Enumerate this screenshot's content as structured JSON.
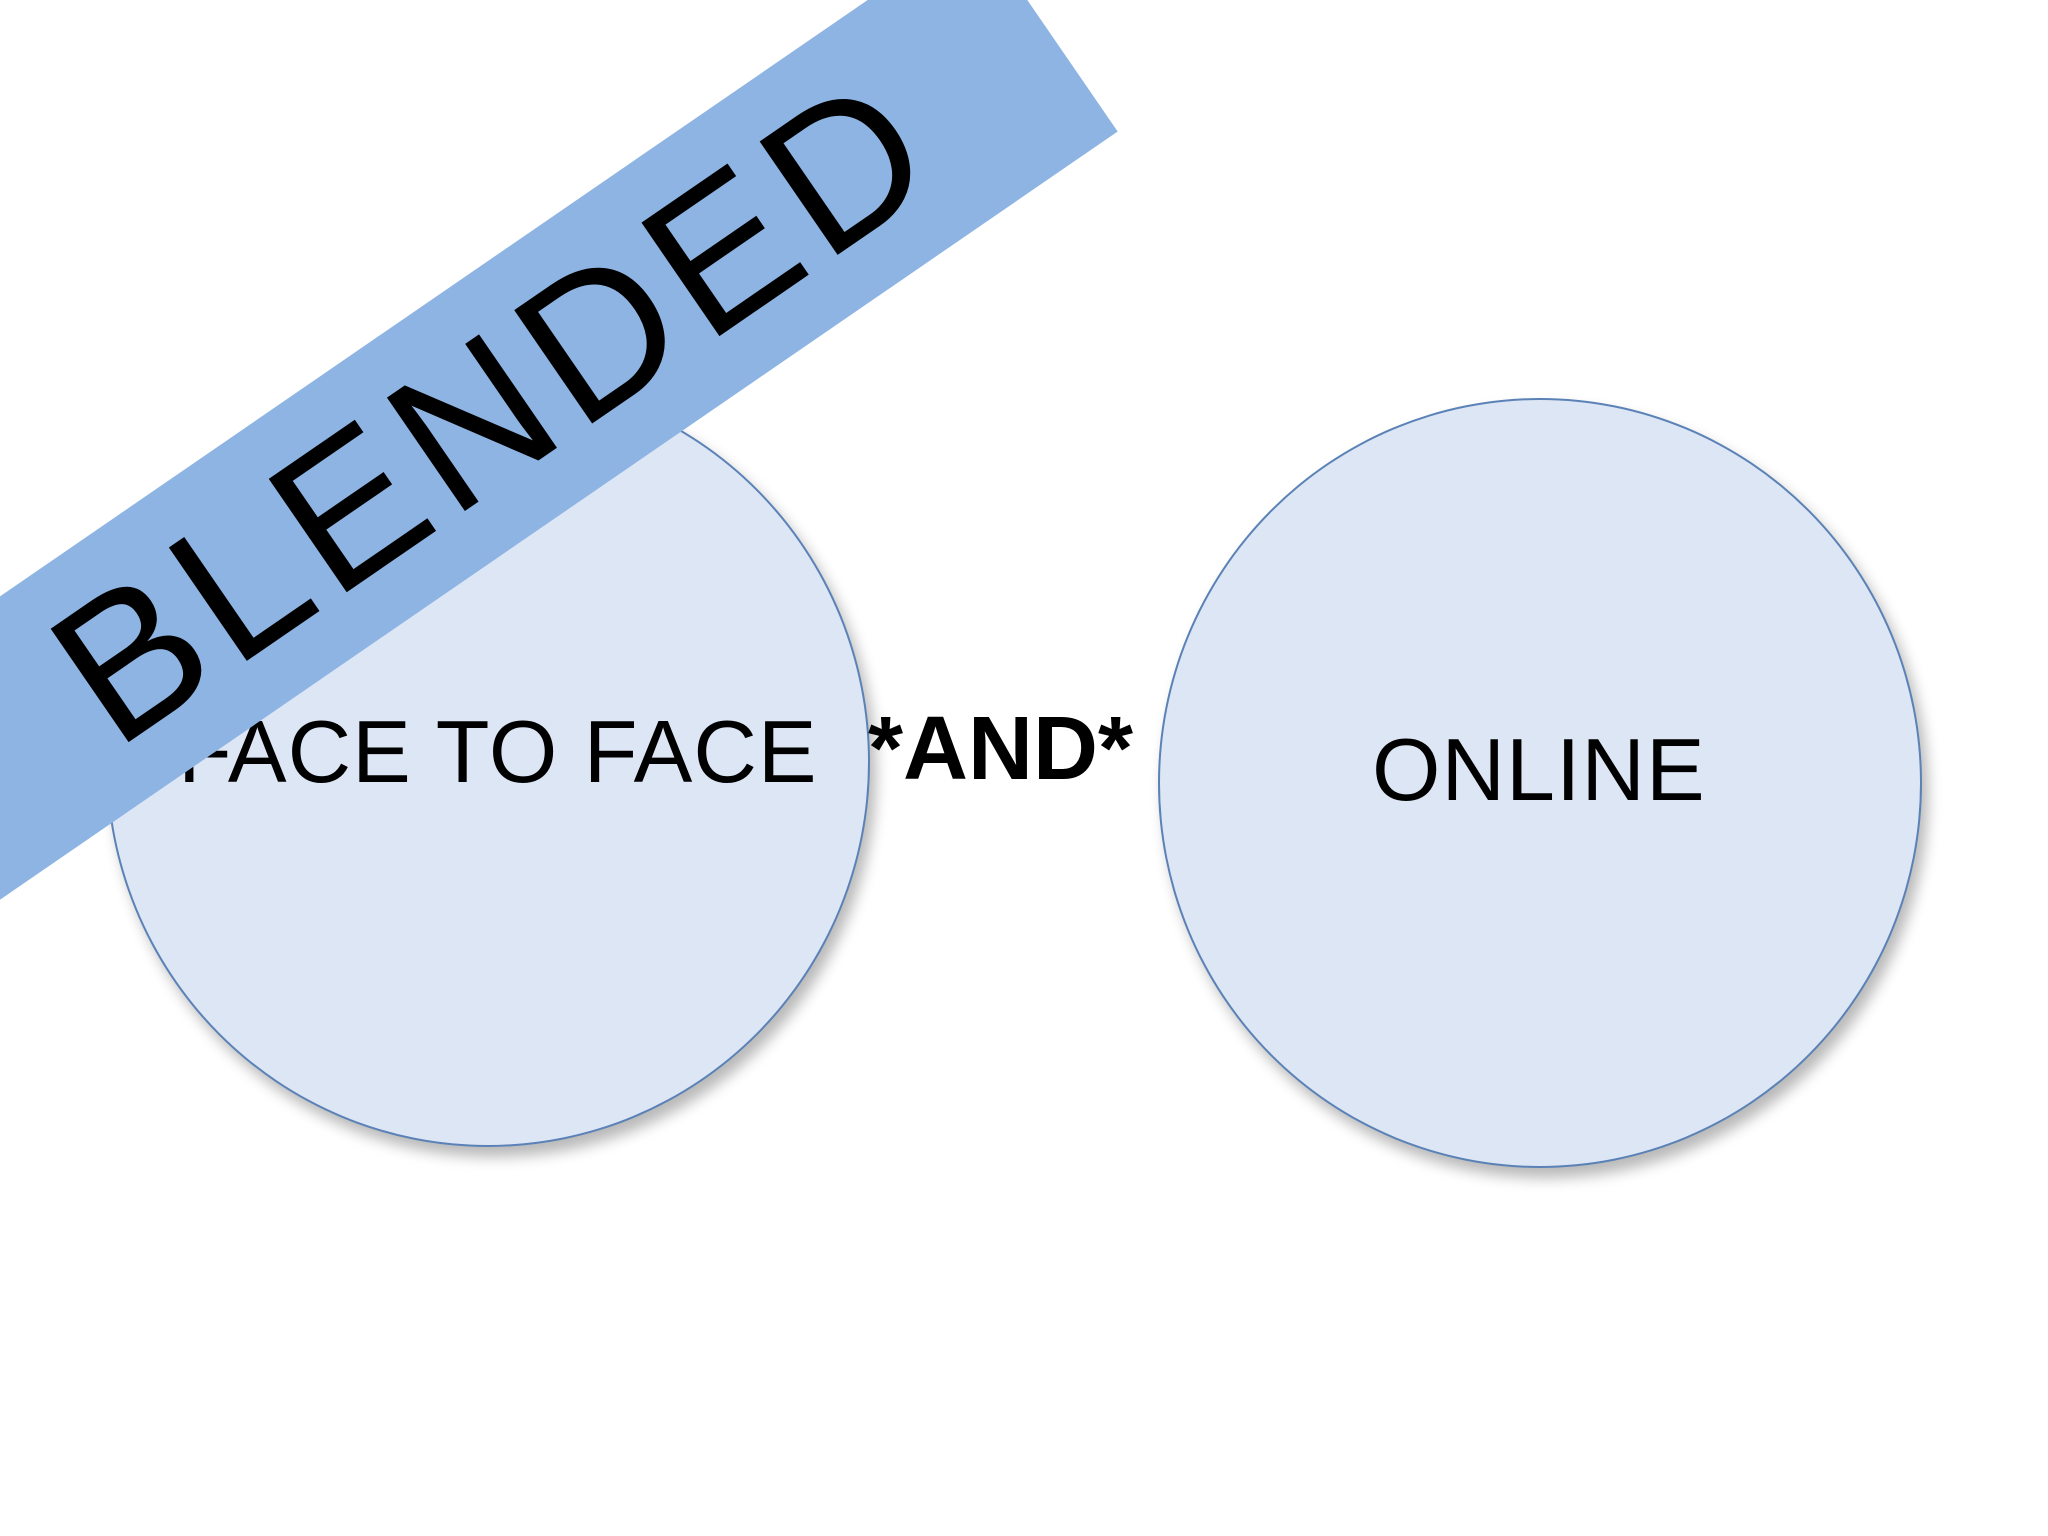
{
  "banner": {
    "text": "BLENDED",
    "color": "#8eb4e3"
  },
  "circles": {
    "left": {
      "label": "FACE TO FACE"
    },
    "right": {
      "label": "ONLINE"
    },
    "fill": "#dde6f4",
    "stroke": "#5b82b7"
  },
  "connector": {
    "text": "*AND*"
  }
}
